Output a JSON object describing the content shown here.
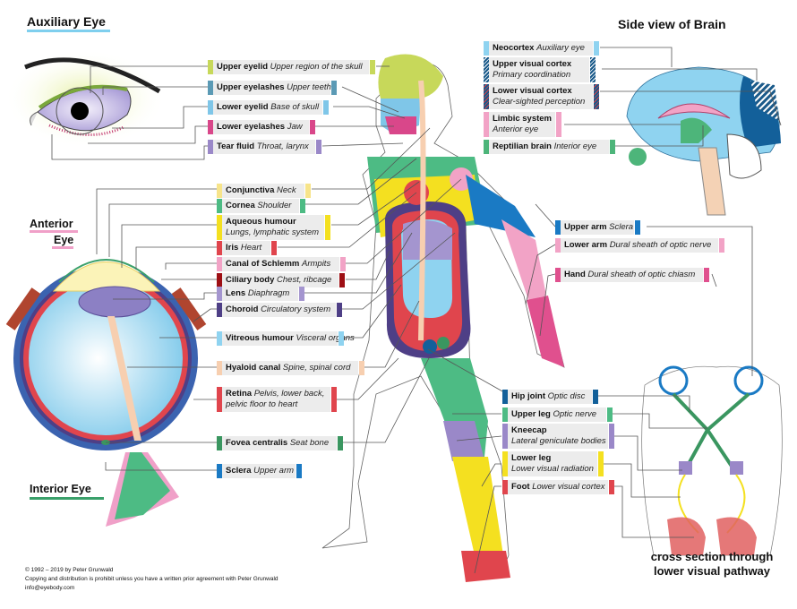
{
  "titles": {
    "auxiliary_eye": "Auxiliary Eye",
    "anterior_eye_1": "Anterior",
    "anterior_eye_2": "Eye",
    "interior_eye": "Interior Eye",
    "brain": "Side view of Brain",
    "pathway_1": "cross section through",
    "pathway_2": "lower visual pathway"
  },
  "colors": {
    "auxiliary_underline": "#7fcfee",
    "anterior_underline": "#f0a0c8",
    "interior_underline": "#3aa06a"
  },
  "auxiliary_labels": [
    {
      "part": "Upper eyelid",
      "body": "Upper region of the skull",
      "color": "#c7d85a"
    },
    {
      "part": "Upper eyelashes",
      "body": "Upper teeth",
      "color": "#5b9ab5"
    },
    {
      "part": "Lower eyelid",
      "body": "Base of skull",
      "color": "#7fc6e8"
    },
    {
      "part": "Lower eyelashes",
      "body": "Jaw",
      "color": "#d9478a"
    },
    {
      "part": "Tear fluid",
      "body": "Throat, larynx",
      "color": "#9a88c8"
    }
  ],
  "brain_labels": [
    {
      "part": "Neocortex",
      "body": "Auxiliary eye",
      "color": "#8fd3f0"
    },
    {
      "part": "Upper visual cortex",
      "body": "Primary coordination",
      "pattern": "hatch-blue"
    },
    {
      "part": "Lower visual cortex",
      "body": "Clear-sighted perception",
      "pattern": "hatch-red"
    },
    {
      "part": "Limbic system",
      "body": "Anterior eye",
      "color": "#f2a3c6"
    },
    {
      "part": "Reptilian brain",
      "body": "Interior eye",
      "color": "#4db57a"
    }
  ],
  "eye_labels": [
    {
      "part": "Conjunctiva",
      "body": "Neck",
      "color": "#f7e48a"
    },
    {
      "part": "Cornea",
      "body": "Shoulder",
      "color": "#4dbb84"
    },
    {
      "part": "Aqueous humour",
      "body": "Lungs, lymphatic system",
      "color": "#f4e020"
    },
    {
      "part": "Iris",
      "body": "Heart",
      "color": "#e0454d"
    },
    {
      "part": "Canal of Schlemm",
      "body": "Armpits",
      "color": "#f2a3c6"
    },
    {
      "part": "Ciliary body",
      "body": "Chest, ribcage",
      "color": "#9e0f14"
    },
    {
      "part": "Lens",
      "body": "Diaphragm",
      "color": "#a495cf"
    },
    {
      "part": "Choroid",
      "body": "Circulatory system",
      "color": "#4e3f86"
    },
    {
      "part": "Vitreous humour",
      "body": "Visceral organs",
      "color": "#8fd3f0"
    },
    {
      "part": "Hyaloid canal",
      "body": "Spine, spinal cord",
      "color": "#f7cfb0"
    },
    {
      "part": "Retina",
      "body": "Pelvis, lower back, pelvic floor to heart",
      "body_1": "Pelvis, lower back,",
      "body_2": "pelvic floor to heart",
      "color": "#e0454d"
    },
    {
      "part": "Fovea centralis",
      "body": "Seat bone",
      "color": "#3a9660"
    },
    {
      "part": "Sclera",
      "body": "Upper arm",
      "color": "#1a7ac4"
    }
  ],
  "arm_labels": [
    {
      "part": "Upper arm",
      "body": "Sclera",
      "color": "#1a7ac4"
    },
    {
      "part": "Lower arm",
      "body": "Dural sheath of optic nerve",
      "color": "#f2a3c6"
    },
    {
      "part": "Hand",
      "body": "Dural sheath of optic chiasm",
      "color": "#e0508e"
    }
  ],
  "leg_labels": [
    {
      "part": "Hip joint",
      "body": "Optic disc",
      "color": "#13609a"
    },
    {
      "part": "Upper leg",
      "body": "Optic nerve",
      "color": "#4dbb84"
    },
    {
      "part": "Kneecap",
      "body": "Lateral geniculate bodies",
      "color": "#9a88c8"
    },
    {
      "part": "Lower leg",
      "body": "Lower visual radiation",
      "color": "#f4e020"
    },
    {
      "part": "Foot",
      "body": "Lower visual cortex",
      "color": "#e0454d"
    }
  ],
  "footer": {
    "copyright": "© 1992 – 2019 by Peter Grunwald",
    "notice": "Copying and distribution is prohibit unless you have a written prior agreement with Peter Grunwald",
    "email": "info@eyebody.com"
  }
}
